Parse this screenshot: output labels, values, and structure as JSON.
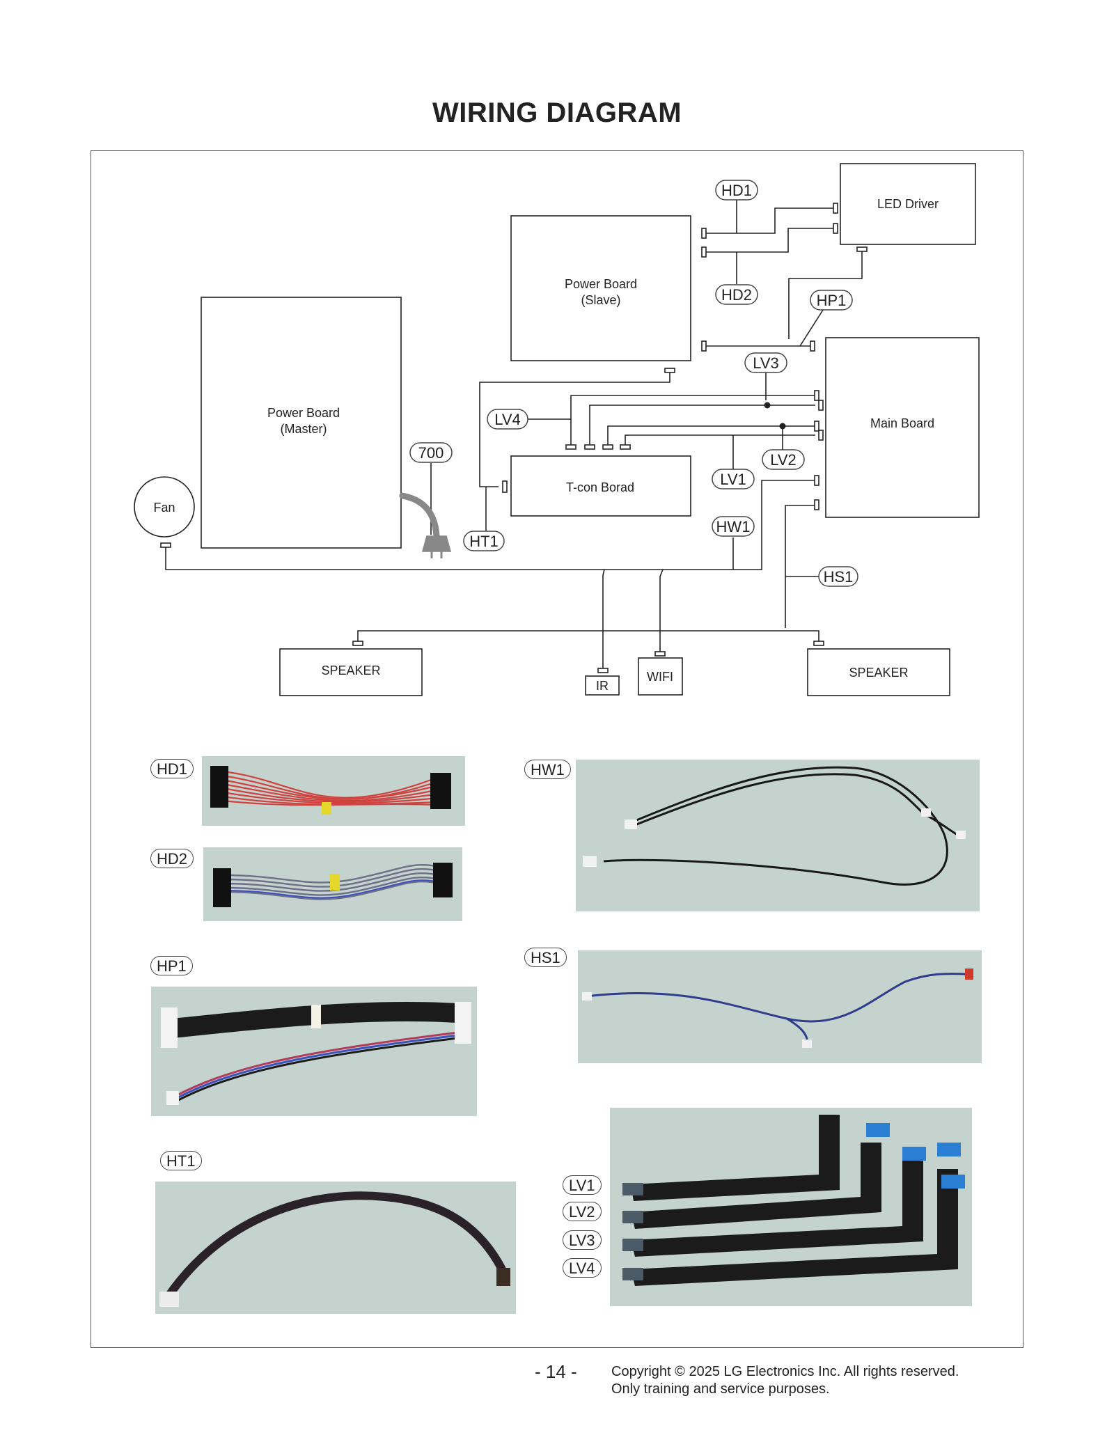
{
  "page": {
    "title": "WIRING DIAGRAM",
    "page_number": "- 14 -",
    "copyright_line1": "Copyright © 2025 LG Electronics Inc. All rights reserved.",
    "copyright_line2": "Only training and service purposes."
  },
  "diagram": {
    "boards": {
      "led_driver": "LED Driver",
      "power_slave_line1": "Power Board",
      "power_slave_line2": "(Slave)",
      "power_master_line1": "Power Board",
      "power_master_line2": "(Master)",
      "main_board": "Main Board",
      "tcon_board": "T-con Borad",
      "fan": "Fan",
      "speaker_left": "SPEAKER",
      "speaker_right": "SPEAKER",
      "ir": "IR",
      "wifi": "WIFI"
    },
    "cable_tags": {
      "hd1": "HD1",
      "hd2": "HD2",
      "hp1": "HP1",
      "lv3": "LV3",
      "lv4": "LV4",
      "lv2": "LV2",
      "lv1": "LV1",
      "hw1": "HW1",
      "ht1": "HT1",
      "hs1": "HS1",
      "power_cord": "700"
    }
  },
  "photos": {
    "hd1": "HD1",
    "hd2": "HD2",
    "hp1": "HP1",
    "ht1": "HT1",
    "hw1": "HW1",
    "hs1": "HS1",
    "lv_labels": [
      "LV1",
      "LV2",
      "LV3",
      "LV4"
    ]
  },
  "colors": {
    "line": "#222222",
    "photo_background": "#c5d3cf",
    "hd1_wire": "#d0423f",
    "hd2_wire": "#6e6f86",
    "ribbon": "#1b1b1b",
    "connector_blue": "#2a7fd4",
    "hs1_wire": "#2f3e8c"
  }
}
